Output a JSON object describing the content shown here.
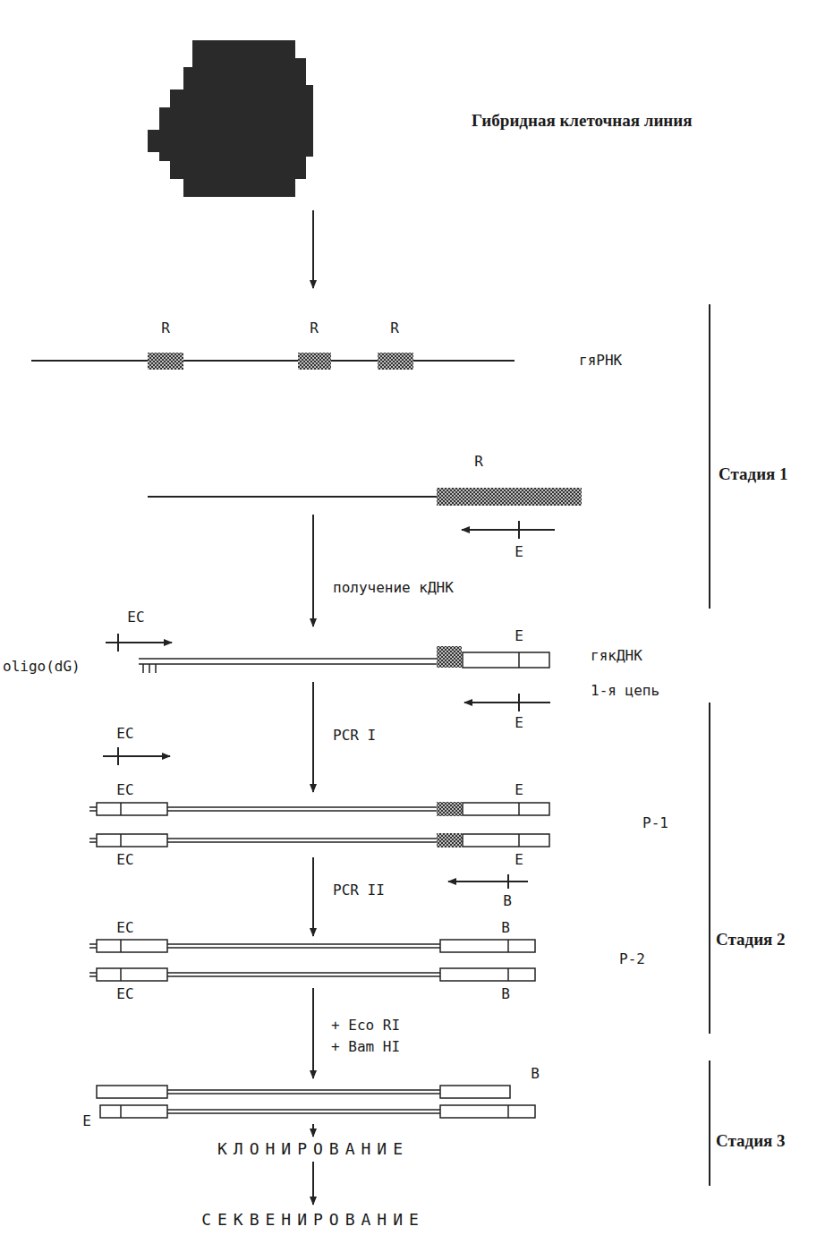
{
  "diagram": {
    "labels": [
      "Гибридная клеточная линия",
      "R",
      "R",
      "R",
      "гяРНК",
      "Стадия 1",
      "R",
      "E",
      "получение кДНК",
      "EC",
      "oligo(dG)",
      "E",
      "гякДНК",
      "E",
      "1-я цепь",
      "PCR I",
      "EC",
      "EC",
      "E",
      "P-1",
      "EC",
      "E",
      "Стадия 2",
      "B",
      "PCR II",
      "EC",
      "B",
      "P-2",
      "EC",
      "B",
      "+ Eco RI",
      "+ Bam HI",
      "B",
      "E",
      "Стадия 3",
      "КЛОНИРОВАНИЕ",
      "СЕКВЕНИРОВАНИЕ"
    ]
  }
}
